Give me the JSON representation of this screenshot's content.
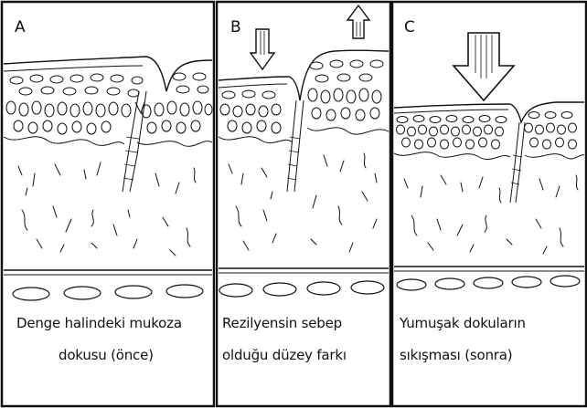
{
  "panels": [
    {
      "label": "A",
      "caption_line1": "Denge halindeki mukoza",
      "caption_line2": "dokusu (önce)"
    },
    {
      "label": "B",
      "caption_line1": "Rezilyensin sebep",
      "caption_line2": "olduğu düzey farkı"
    },
    {
      "label": "C",
      "caption_line1": "Yumuşak dokuların",
      "caption_line2": "sıkışması (sonra)"
    }
  ],
  "colors": {
    "ink": "#111111",
    "background": "#ffffff"
  },
  "icons": [
    "down-arrow-icon",
    "up-arrow-icon",
    "large-down-arrow-icon"
  ]
}
